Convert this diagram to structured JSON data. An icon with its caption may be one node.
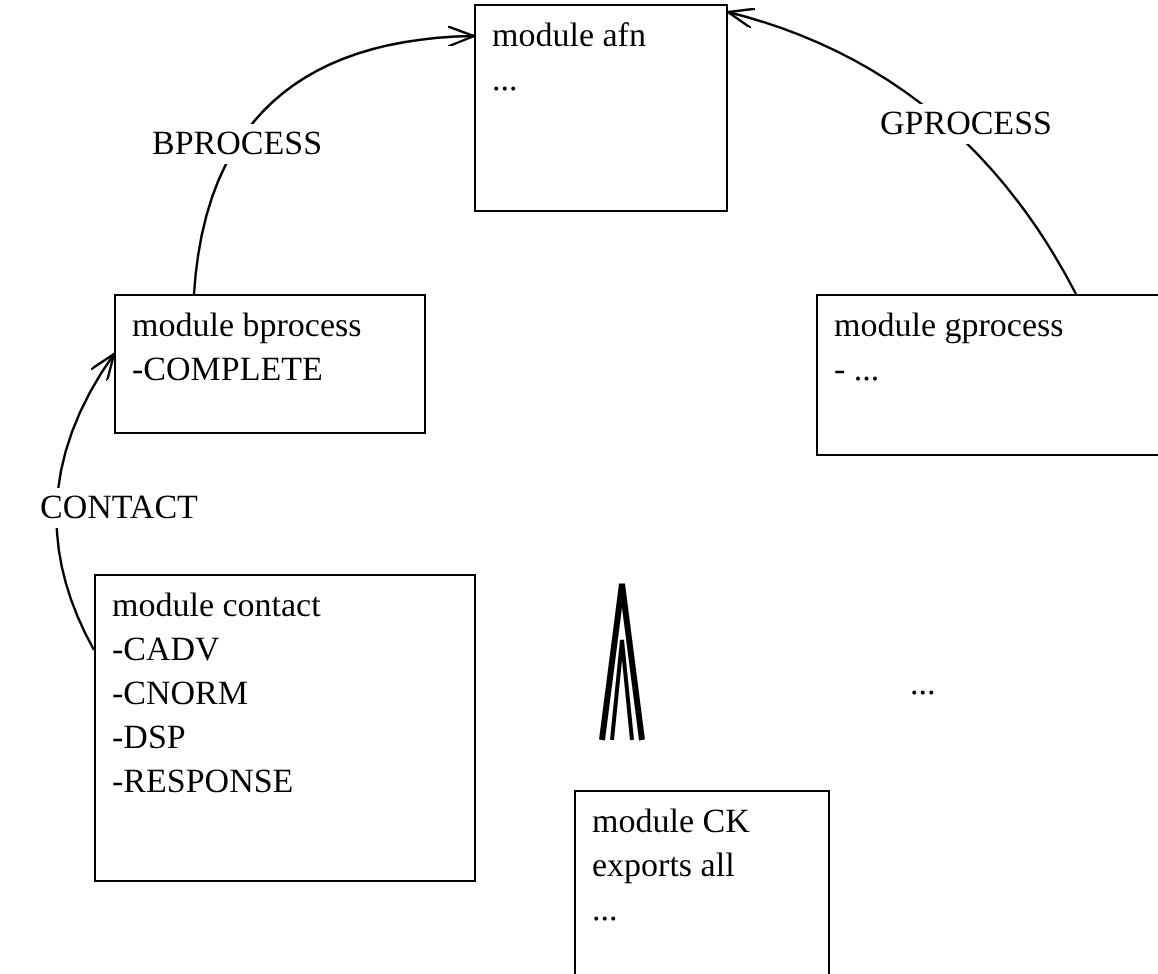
{
  "diagram": {
    "nodes": [
      {
        "text": [
          "module afn",
          "..."
        ]
      },
      {
        "text": [
          "module bprocess",
          "-COMPLETE"
        ]
      },
      {
        "text": [
          "module gprocess",
          "- ..."
        ]
      },
      {
        "text": [
          "module contact",
          "-CADV",
          "-CNORM",
          "-DSP",
          "-RESPONSE"
        ]
      },
      {
        "text": [
          "module CK",
          "exports all",
          "..."
        ]
      }
    ],
    "edges": [
      {
        "from": 1,
        "to": 0,
        "arrow": "to",
        "label": "BPROCESS"
      },
      {
        "from": 2,
        "to": 0,
        "arrow": "to",
        "label": "GPROCESS"
      },
      {
        "from": 3,
        "to": 1,
        "arrow": "to",
        "label": "CONTACT"
      }
    ],
    "labels": [
      "..."
    ]
  }
}
